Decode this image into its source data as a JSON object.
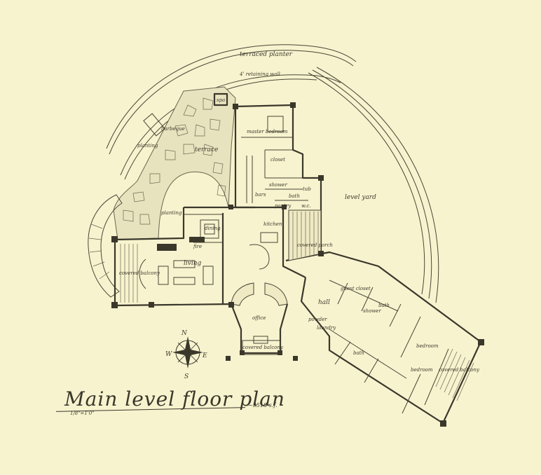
{
  "title": "Main level floor plan",
  "area": "~3518 s.f.",
  "scale": "1/8\"=1'0\"",
  "compass": {
    "n": "N",
    "s": "S",
    "e": "E",
    "w": "W"
  },
  "labels": {
    "terraced_planter": "terraced planter",
    "retaining_wall": "4' retaining wall",
    "spa": "spa",
    "barbeque": "barbeque",
    "planting_west": "planting",
    "terrace": "terrace",
    "master_bedroom": "master bedroom",
    "closet": "closet",
    "shower": "shower",
    "bath": "bath",
    "tub": "tub",
    "level_yard": "level yard",
    "planting_center": "planting",
    "dining": "dining",
    "bars": "bars",
    "pantry": "pantry",
    "wc": "w.c.",
    "kitchen": "kitchen",
    "covered_porch": "covered porch",
    "fire": "fire",
    "living": "living",
    "covered_balcony_west": "covered balcony",
    "guest_closet": "guest closet",
    "hall": "hall",
    "bath_east": "bath",
    "shower_east": "shower",
    "bedroom_upper": "bedroom",
    "office": "office",
    "powder": "powder",
    "laundry": "laundry",
    "bath_lower": "bath",
    "bedroom_lower": "bedroom",
    "covered_balcony_east": "covered balcony",
    "covered_balcony_south": "covered balcony"
  }
}
